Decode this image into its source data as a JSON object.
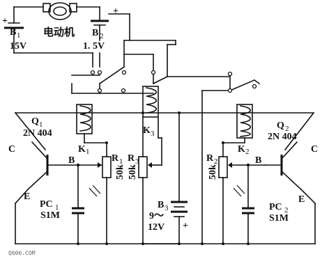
{
  "labels": {
    "b1": "B",
    "b1_sub": "1",
    "b1_v": "15V",
    "motor": "电动机",
    "b2": "B",
    "b2_sub": "2",
    "b2_v": "1. 5V",
    "q1": "Q",
    "q1_sub": "1",
    "q1_type": "2N 404",
    "k1": "K",
    "k1_sub": "1",
    "r1": "R",
    "r1_sub": "1",
    "r1_val": "50k",
    "r3": "R",
    "r3_sub": "3",
    "r3_val": "50k",
    "k3": "K",
    "k3_sub": "3",
    "b3": "B",
    "b3_sub": "3",
    "b3_v1": "9～",
    "b3_v2": "12V",
    "r2": "R",
    "r2_sub": "2",
    "r2_val": "50k",
    "k2": "K",
    "k2_sub": "2",
    "q2": "Q",
    "q2_sub": "2",
    "q2_type": "2N 404",
    "c_left": "C",
    "b_left": "B",
    "e_left": "E",
    "pc1": "PC",
    "pc1_sub": "1",
    "pc1_type": "S1M",
    "c_right": "C",
    "b_right": "B",
    "e_right": "E",
    "pc2": "PC",
    "pc2_sub": "2",
    "pc2_type": "S1M",
    "plus": "+",
    "watermark": "Q606.COM"
  }
}
